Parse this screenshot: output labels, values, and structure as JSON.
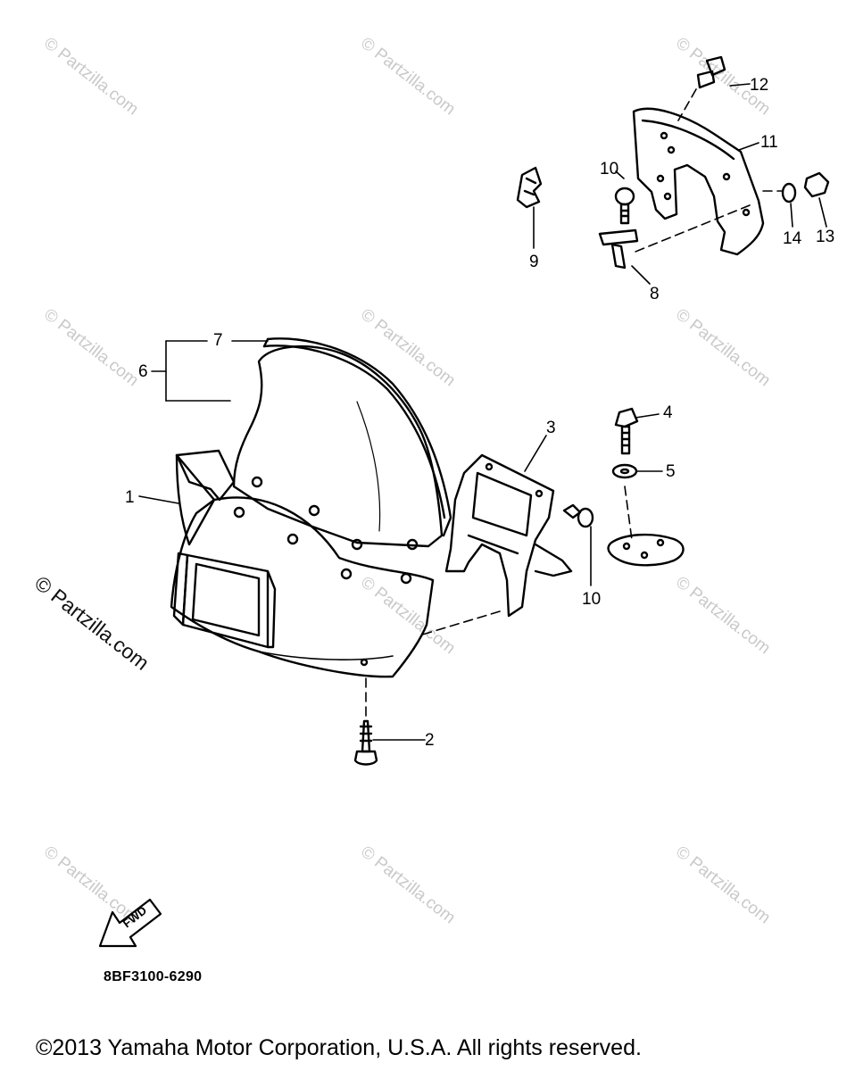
{
  "watermark": "© Partzilla.com",
  "callouts": {
    "c1": "1",
    "c2": "2",
    "c3": "3",
    "c4": "4",
    "c5": "5",
    "c6": "6",
    "c7": "7",
    "c8": "8",
    "c9": "9",
    "c10a": "10",
    "c10b": "10",
    "c11": "11",
    "c12": "12",
    "c13": "13",
    "c14": "14"
  },
  "fwd_label": "FWD",
  "diagram_code": "8BF3100-6290",
  "copyright": "©2013  Yamaha Motor Corporation, U.S.A. All rights reserved."
}
